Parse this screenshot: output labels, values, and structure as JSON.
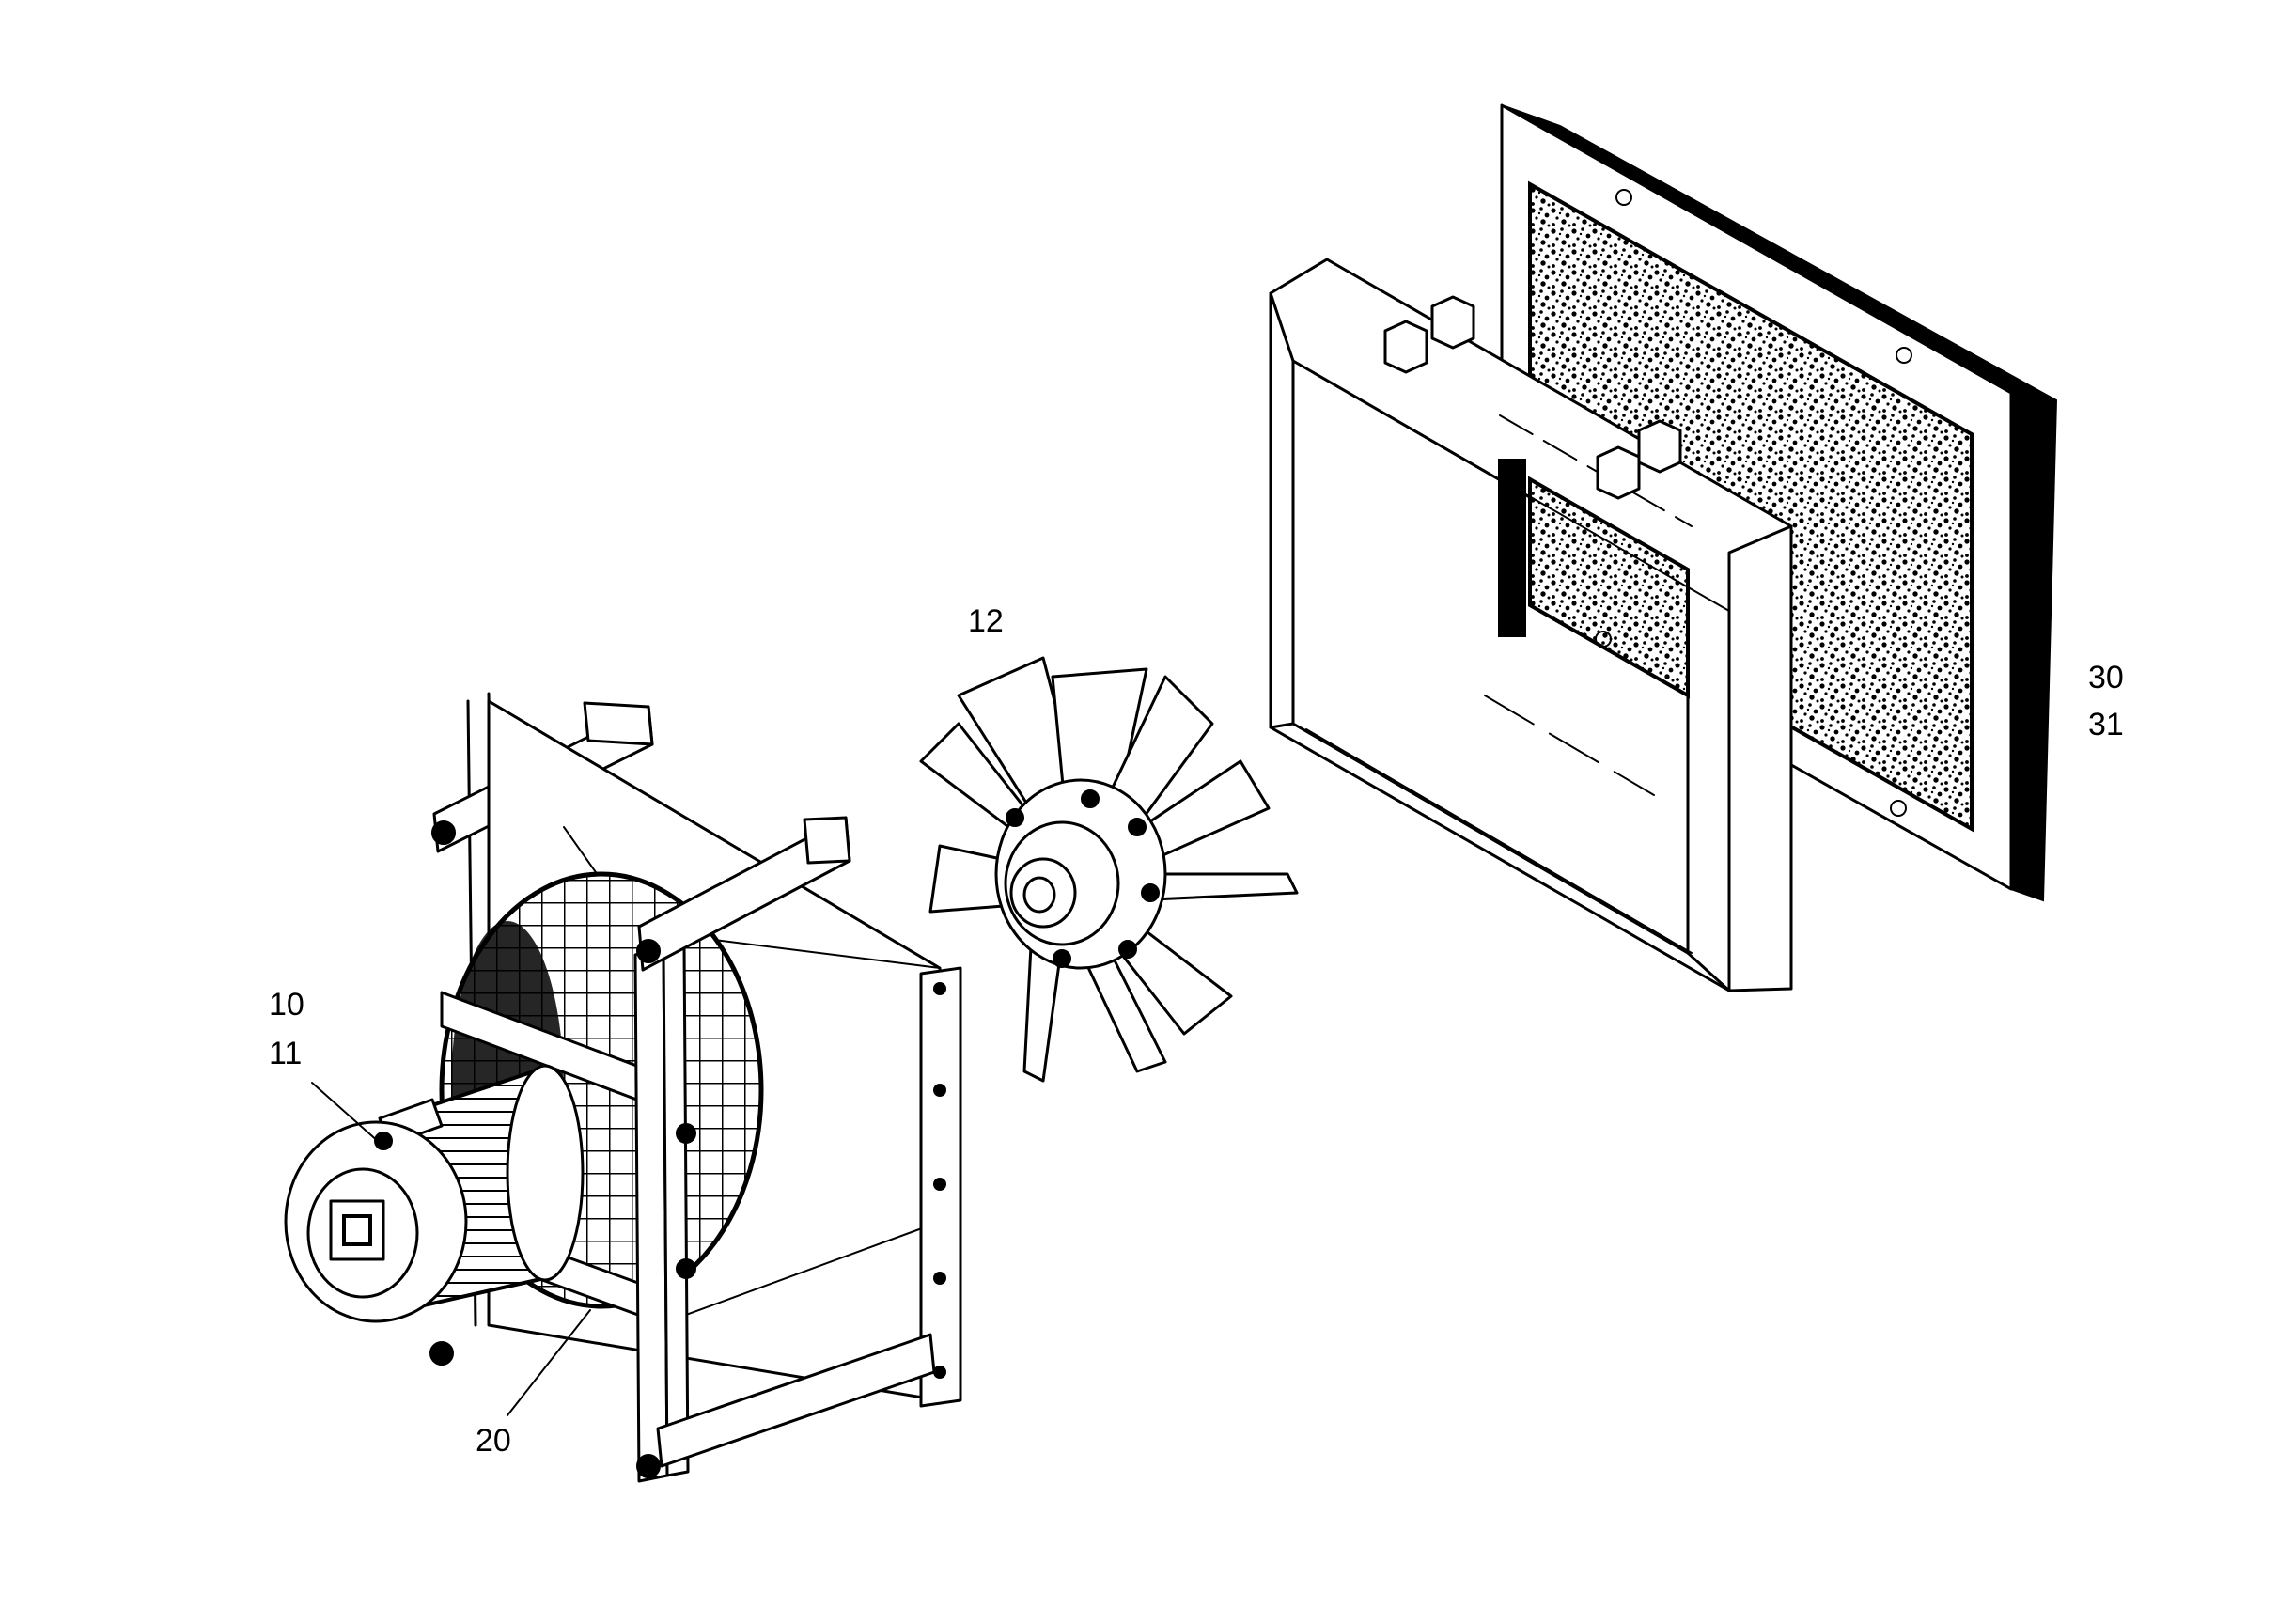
{
  "figure": {
    "callouts": {
      "motor_assembly": "10",
      "motor_end_cap": "11",
      "fan_impeller": "12",
      "wire_guard": "20",
      "filter_frame": "30",
      "filter_media": "31"
    }
  },
  "colors": {
    "line": "#000000",
    "background": "#ffffff"
  }
}
